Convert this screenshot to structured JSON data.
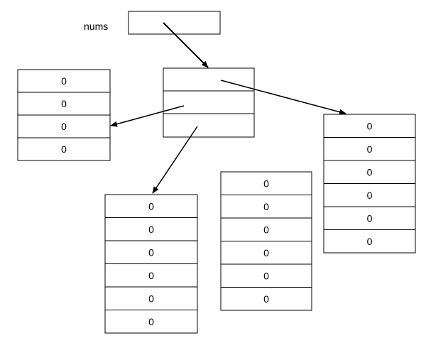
{
  "variable": {
    "label": "nums"
  },
  "outer_array": {
    "cell_count": 3
  },
  "arrays": [
    {
      "id": "left",
      "values": [
        "0",
        "0",
        "0",
        "0"
      ]
    },
    {
      "id": "bottom",
      "values": [
        "0",
        "0",
        "0",
        "0",
        "0",
        "0"
      ]
    },
    {
      "id": "middle",
      "values": [
        "0",
        "0",
        "0",
        "0",
        "0",
        "0"
      ]
    },
    {
      "id": "right",
      "values": [
        "0",
        "0",
        "0",
        "0",
        "0",
        "0"
      ]
    }
  ],
  "colors": {
    "stroke": "#000000",
    "background": "#ffffff"
  }
}
